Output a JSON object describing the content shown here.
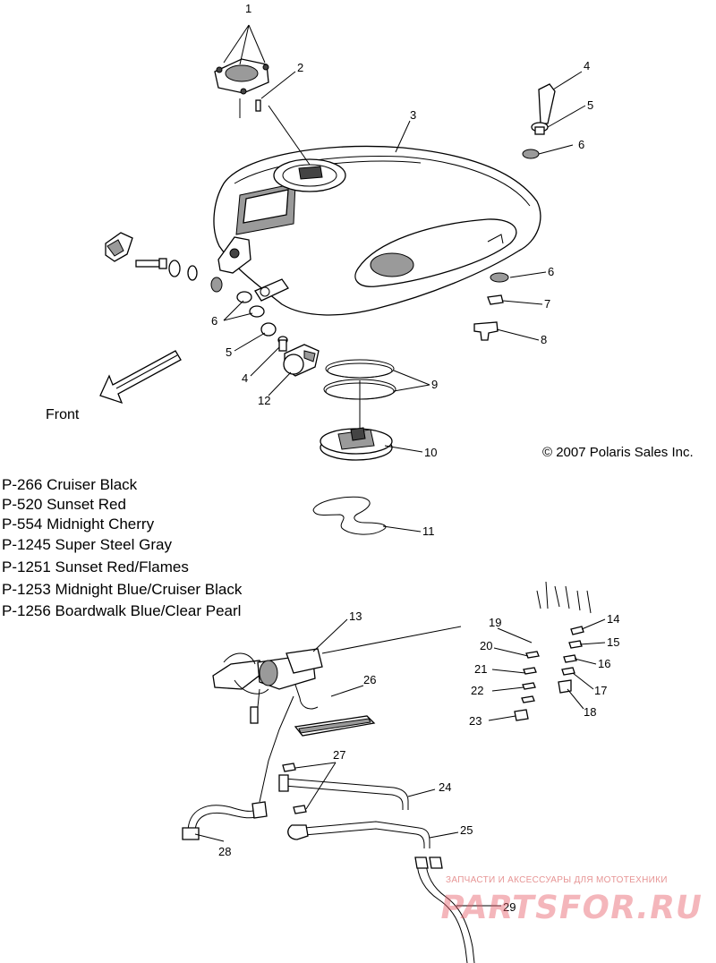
{
  "copyright": "© 2007 Polaris Sales Inc.",
  "front_label": "Front",
  "paint_codes": [
    "P-266  Cruiser Black",
    "P-520  Sunset Red",
    "P-554  Midnight Cherry",
    "P-1245 Super Steel Gray",
    "P-1251 Sunset Red/Flames",
    "P-1253 Midnight Blue/Cruiser Black",
    "P-1256 Boardwalk Blue/Clear Pearl"
  ],
  "callouts": {
    "c1": "1",
    "c2": "2",
    "c3": "3",
    "c4a": "4",
    "c5a": "5",
    "c6a": "6",
    "c6b": "6",
    "c7": "7",
    "c8": "8",
    "c6c": "6",
    "c5b": "5",
    "c4b": "4",
    "c12": "12",
    "c9": "9",
    "c10": "10",
    "c11": "11",
    "c13": "13",
    "c26": "26",
    "c19": "19",
    "c14": "14",
    "c20": "20",
    "c15": "15",
    "c21": "21",
    "c16": "16",
    "c22": "22",
    "c17": "17",
    "c23": "23",
    "c18": "18",
    "c27": "27",
    "c24": "24",
    "c25": "25",
    "c28": "28",
    "c29": "29"
  },
  "watermark": {
    "tagline": "ЗАПЧАСТИ И АКСЕССУАРЫ ДЛЯ МОТОТЕХНИКИ",
    "logo": "PARTSFOR.RU"
  },
  "colors": {
    "line": "#000000",
    "shade": "#9a9a9a",
    "watermark": "#e85f6b"
  }
}
